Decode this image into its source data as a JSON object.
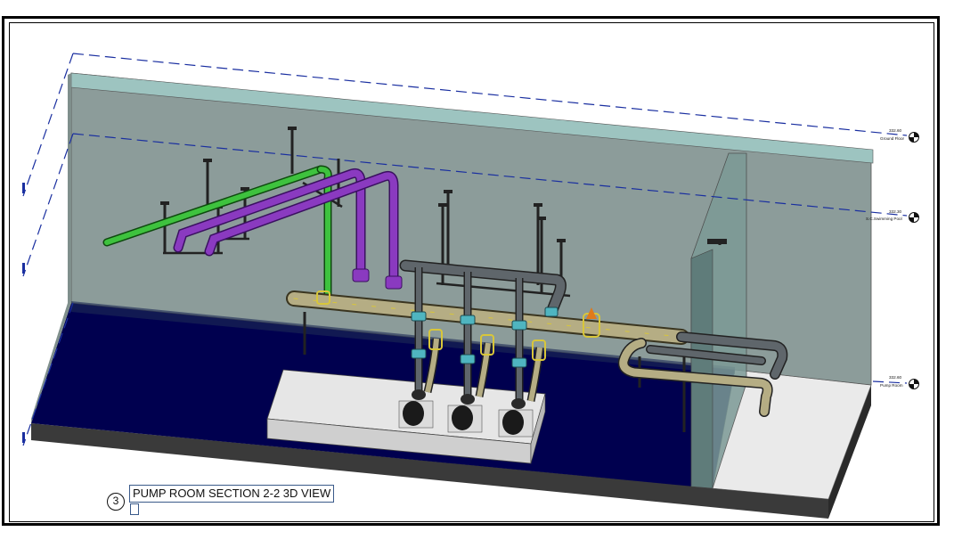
{
  "view": {
    "number": "3",
    "title": "PUMP ROOM SECTION 2-2 3D VIEW"
  },
  "levels": [
    {
      "elevation": "332.60",
      "name": "Ground Floor"
    },
    {
      "elevation": "332.30",
      "name": "S.C.Swimming Pool"
    },
    {
      "elevation": "332.60",
      "name": "Pump Room"
    }
  ],
  "colors": {
    "wall": "#8c9c9a",
    "wall_top": "#9dc4c0",
    "floor": "#00004f",
    "base_side": "#3a3a3a",
    "pad": "#e6e6e6",
    "green_pipe": "#3ec23e",
    "purple_pipe": "#8a3ac0",
    "gray_pipe": "#5f666b",
    "tan_pipe": "#b5ad84",
    "cyan_fitting": "#4fb5c0",
    "yellow_outline": "#d8c63a",
    "pump": "#1a1a1a",
    "level_line": "#1a2fa0"
  }
}
